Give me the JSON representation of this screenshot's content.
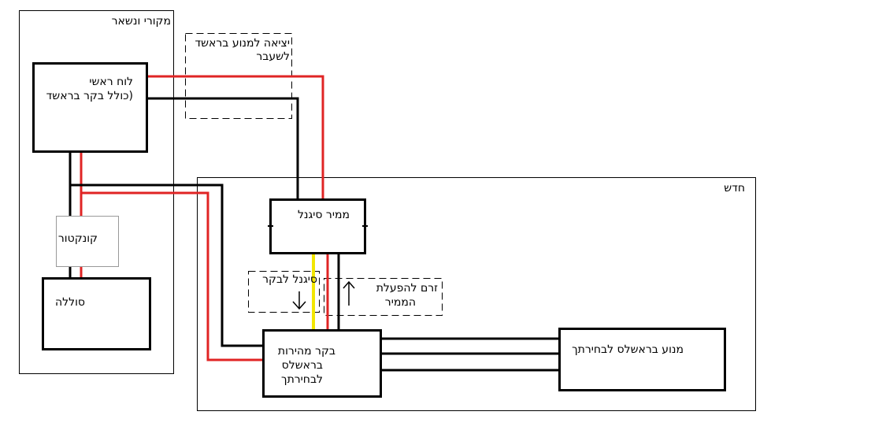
{
  "groups": {
    "existing": "מקורי ונשאר",
    "new": "חדש"
  },
  "boxes": {
    "main_board": {
      "line1": "לוח ראשי",
      "line2": "(כולל בקר בראשד"
    },
    "contactor": "קונקטור",
    "battery": "סוללה",
    "signal_converter": "ממיר סיגנל",
    "brushless_controller": {
      "line1": "בקר מהירות",
      "line2": "בראשלס",
      "line3": "לבחירתך"
    },
    "brushless_motor": "מנוע בראשלס לבחירתך"
  },
  "notes": {
    "old_motor_output": {
      "line1": "יציאה למנוע בראשד",
      "line2": "לשעבר"
    },
    "signal_to_controller": "סיגנל לבקר",
    "converter_power": {
      "line1": "זרם להפעלת",
      "line2": "הממיר"
    }
  },
  "colors": {
    "wire_positive": "#e02424",
    "wire_negative": "#000000",
    "wire_signal": "#f2e600",
    "outline": "#000000"
  }
}
